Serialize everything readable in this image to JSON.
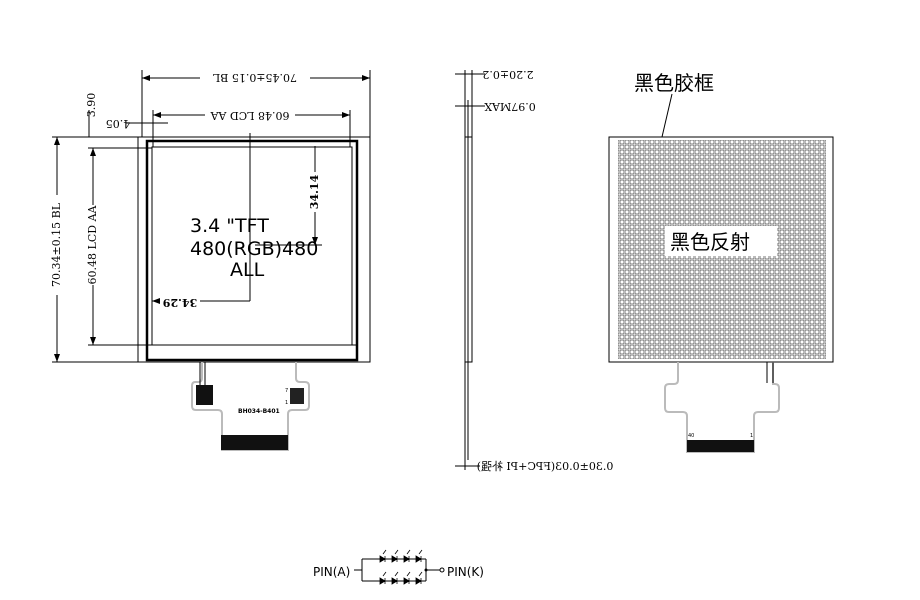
{
  "front_view": {
    "dim_width_bl": "70.45±0.15 BL",
    "dim_width_aa": "60.48 LCD AA",
    "dim_height_bl": "70.34±0.15 BL",
    "dim_height_aa": "60.48 LCD AA",
    "dim_top_offset": "3.90",
    "dim_left_offset": "4.05",
    "dim_center_y": "34.14",
    "dim_center_x": "34.29",
    "label_line1": "3.4 \"TFT",
    "label_line2": "480(RGB)480",
    "label_line3": "ALL",
    "fpc_part_number": "BH034-B401",
    "fpc_pin_first": "1",
    "fpc_pin_last": "7"
  },
  "side_view": {
    "dim_total_thickness": "2.20±0.2",
    "dim_glass_thickness": "0.97MAX",
    "dim_fpc_thickness": "0.30±0.03(FPC+PI 补强)"
  },
  "back_view": {
    "frame_label": "黑色胶框",
    "reflector_label": "黑色反射",
    "pin_first": "40",
    "pin_last": "1"
  },
  "circuit": {
    "anode_label": "PIN(A)",
    "cathode_label": "PIN(K)"
  }
}
